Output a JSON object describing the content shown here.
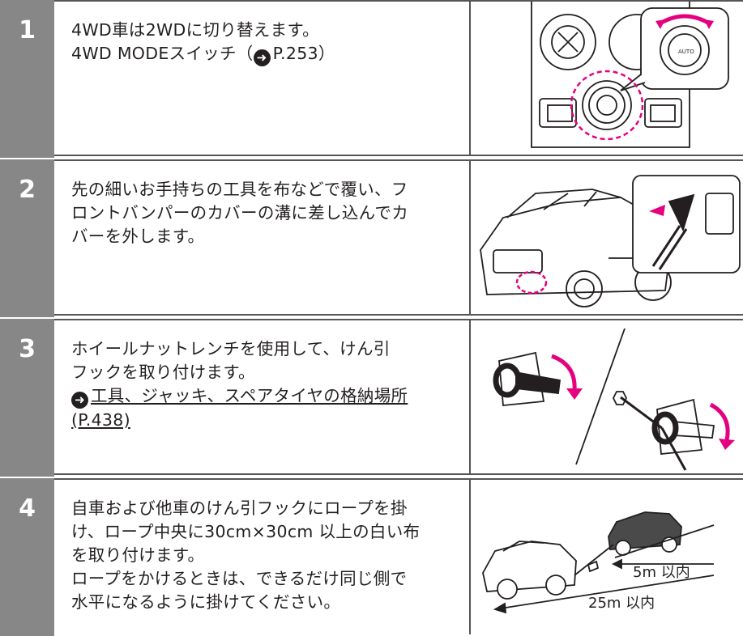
{
  "steps": [
    {
      "number": "1",
      "lines": [
        "4WD車は2WDに切り替えます。",
        "4WD MODEスイッチ（",
        "P.253）"
      ],
      "illustration": "4wd-mode-switch-illustration"
    },
    {
      "number": "2",
      "lines": [
        "先の細いお手持ちの工具を布などで覆い、フ",
        "ロントバンパーのカバーの溝に差し込んでカ",
        "バーを外します。"
      ],
      "illustration": "bumper-cover-removal-illustration"
    },
    {
      "number": "3",
      "lines": [
        "ホイールナットレンチを使用して、けん引",
        "フックを取り付けます。"
      ],
      "link_text": "工具、ジャッキ、スペアタイヤの格納場所",
      "link_page": "(P.438)",
      "illustration": "tow-hook-install-illustration"
    },
    {
      "number": "4",
      "lines": [
        "自車および他車のけん引フックにロープを掛",
        "け、ロープ中央に30cm×30cm 以上の白い布",
        "を取り付けます。",
        "ロープをかけるときは、できるだけ同じ側で",
        "水平になるように掛けてください。"
      ],
      "illustration": "towing-cars-illustration",
      "labels": [
        "5m 以内",
        "25m 以内"
      ]
    }
  ],
  "icons": {
    "reference_arrow": "arrow-right-circle-icon"
  },
  "colors": {
    "number_column": "#878787",
    "accent_dashed": "#e4007f",
    "rotation_arrow": "#e4007f"
  }
}
